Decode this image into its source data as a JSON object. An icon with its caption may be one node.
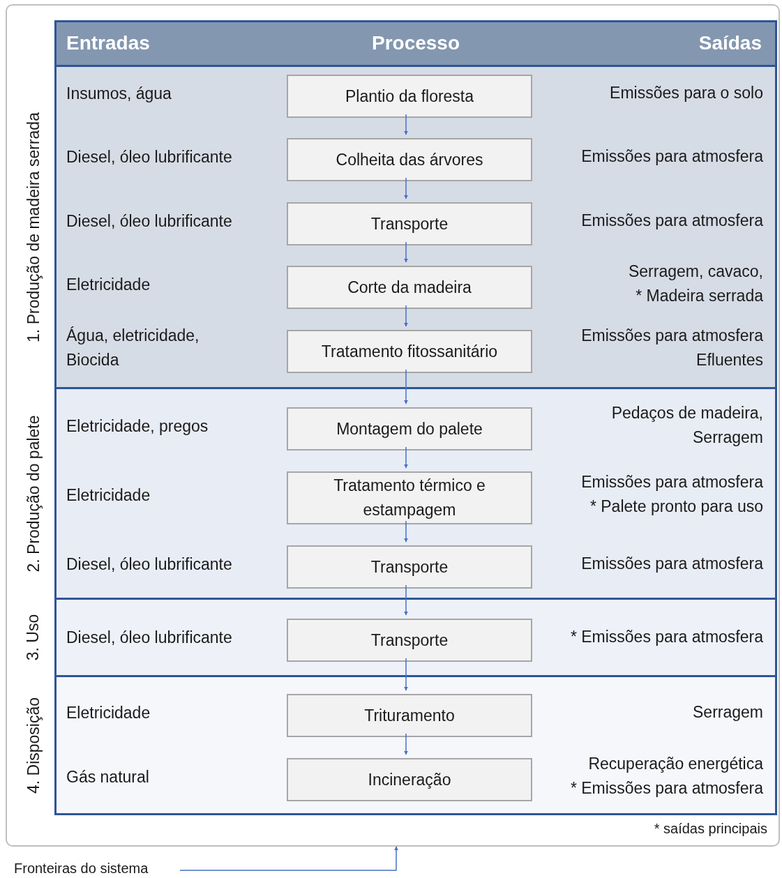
{
  "diagram": {
    "nodes": [
      {
        "text": [],
        "shape": "box"
      },
      {
        "text": [
          "Entradas",
          "Processo",
          "Saídas"
        ],
        "in": 0
      },
      {
        "text": [
          "1. Produção de madeira serrada"
        ],
        "in": 0
      },
      {
        "text": [
          "Plantio da floresta"
        ],
        "in": 2
      },
      {
        "text": [
          "Colheita das árvores"
        ],
        "in": 2
      },
      {
        "text": [
          "Transporte"
        ],
        "in": 2
      },
      {
        "text": [
          "Corte da madeira"
        ],
        "in": 2
      },
      {
        "text": [
          "Tratamento fitossanitário"
        ],
        "in": 2
      },
      {
        "text": [
          "2. Produção do palete"
        ],
        "in": 0
      },
      {
        "text": [
          "Montagem do palete"
        ],
        "in": 8
      },
      {
        "text": [
          "Tratamento térmico e estampagem"
        ],
        "in": 8
      },
      {
        "text": [
          "Transporte"
        ],
        "in": 8
      },
      {
        "text": [
          "3. Uso"
        ],
        "in": 0
      },
      {
        "text": [
          "Transporte"
        ],
        "in": 12
      },
      {
        "text": [
          "4. Disposição"
        ],
        "in": 0
      },
      {
        "text": [
          "Trituramento"
        ],
        "in": 14
      },
      {
        "text": [
          "Incineração"
        ],
        "in": 14
      },
      {
        "text": [
          "Fronteiras do sistema"
        ]
      }
    ],
    "edges": [
      {
        "from": 3,
        "to": 4,
        "arrow": "to"
      },
      {
        "from": 4,
        "to": 5,
        "arrow": "to"
      },
      {
        "from": 5,
        "to": 6,
        "arrow": "to"
      },
      {
        "from": 6,
        "to": 7,
        "arrow": "to"
      },
      {
        "from": 7,
        "to": 9,
        "arrow": "to"
      },
      {
        "from": 9,
        "to": 10,
        "arrow": "to"
      },
      {
        "from": 10,
        "to": 11,
        "arrow": "to"
      },
      {
        "from": 11,
        "to": 13,
        "arrow": "to"
      },
      {
        "from": 13,
        "to": 15,
        "arrow": "to"
      },
      {
        "from": 15,
        "to": 16,
        "arrow": "to"
      },
      {
        "from": 17,
        "to": 0,
        "arrow": "to"
      }
    ],
    "labels": [
      "Insumos, água",
      "Emissões para o solo",
      "Diesel, óleo lubrificante",
      "Emissões para atmosfera",
      "Diesel, óleo lubrificante",
      "Emissões para atmosfera",
      "Eletricidade",
      "Serragem, cavaco,",
      "* Madeira serrada",
      "Água, eletricidade, Biocida",
      "Emissões para atmosfera",
      "Efluentes",
      "Eletricidade, pregos",
      "Pedaços de madeira,",
      "Serragem",
      "Eletricidade",
      "Emissões para atmosfera",
      "* Palete pronto para uso",
      "Diesel, óleo lubrificante",
      "Emissões para atmosfera",
      "Diesel, óleo lubrificante",
      "* Emissões para atmosfera",
      "Eletricidade",
      "Serragem",
      "Gás natural",
      "Recuperação energética",
      "* Emissões para atmosfera",
      "* saídas principais"
    ]
  }
}
